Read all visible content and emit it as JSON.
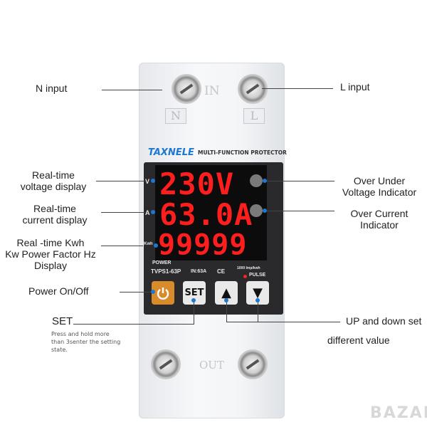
{
  "device": {
    "top_label": "IN",
    "bottom_label": "OUT",
    "terminal_n": "N",
    "terminal_l": "L",
    "brand": "TAXNELE",
    "subtitle": "MULTI-FUNCTION PROTECTOR",
    "row_labels": [
      "V",
      "A",
      "Kwh"
    ],
    "readouts": [
      "230V",
      "63.0A",
      "99999"
    ],
    "power_label": "POWER",
    "model": "TVPS1-63P",
    "rating": "IN:63A",
    "ce": "CE",
    "imp": "1000 Imp/kwh",
    "pulse": "PULSE",
    "buttons": {
      "set": "SET",
      "up": "▲",
      "down": "▼"
    }
  },
  "annotations": {
    "n_input": "N input",
    "l_input": "L input",
    "voltage": [
      "Real-time",
      "voltage display"
    ],
    "current": [
      "Real-time",
      "current display"
    ],
    "kwh": [
      "Real -time  Kwh",
      "Kw Power Factor Hz",
      "Display"
    ],
    "power": "Power On/Off",
    "set": "SET",
    "set_desc": [
      "Press and hold more",
      "than 3senter the setting",
      "state."
    ],
    "over_under": [
      "Over Under",
      "Voltage Indicator"
    ],
    "over_current": [
      "Over Current",
      "Indicator"
    ],
    "updown": [
      "UP and down set",
      "different value"
    ]
  },
  "colors": {
    "accent": "#1e78d0",
    "display": "#ff1e1e",
    "power_button": "#d98a2a"
  },
  "watermark": "BAZAR"
}
